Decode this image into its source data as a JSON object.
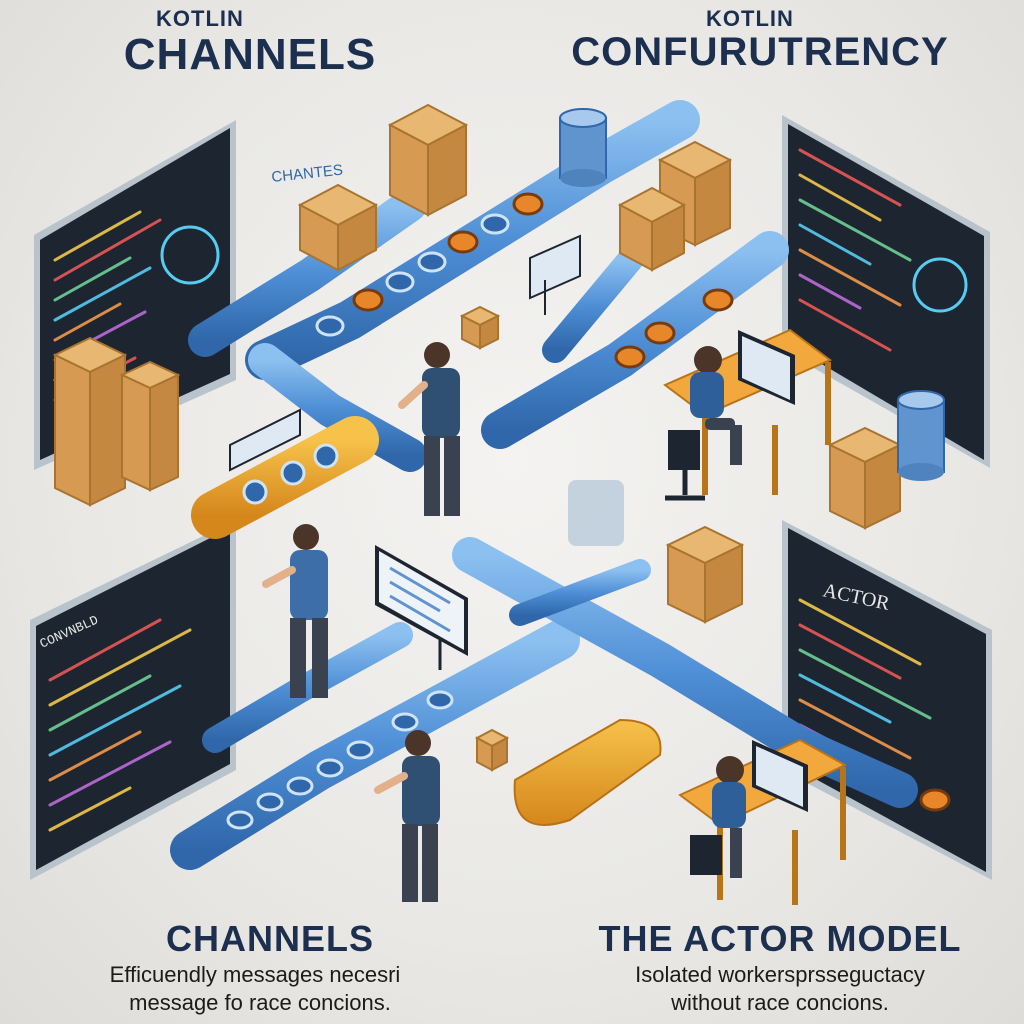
{
  "top_left": {
    "kicker": "KOTLIN",
    "title": "CHANNELS"
  },
  "top_right": {
    "kicker": "KOTLIN",
    "title": "CONFURUTRENCY"
  },
  "scene_labels": {
    "channel_sign": "CHANTES",
    "actor_board": "ACTOR",
    "code_board_header": "CONVNBLD"
  },
  "bottom_left": {
    "heading": "CHANNELS",
    "line1": "Efficuendly messages necesri",
    "line2": "message fo race concions."
  },
  "bottom_right": {
    "heading": "THE ACTOR MODEL",
    "line1": "Isolated workersprsseguctacy",
    "line2": "without race concions."
  },
  "colors": {
    "heading": "#1c2f4f",
    "pipe": "#4f8fd6",
    "box": "#e2ad67",
    "board": "#1d2530",
    "tube": "#e8a32a"
  }
}
